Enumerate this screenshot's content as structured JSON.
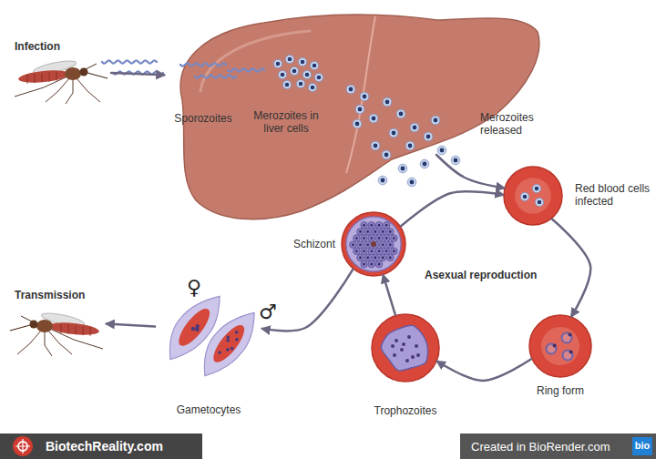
{
  "diagram": {
    "nodes": [
      {
        "text": [
          "Infection"
        ]
      },
      {
        "text": [
          "Sporozoites",
          "Merozoites in liver cells"
        ]
      },
      {
        "text": [
          "Red blood cells infected"
        ]
      },
      {
        "text": [
          "Schizont"
        ]
      },
      {
        "text": [
          "Transmission"
        ]
      },
      {
        "text": [
          "Gametocytes"
        ]
      },
      {
        "text": [
          "Ring form"
        ]
      },
      {
        "text": [
          "Trophozoites"
        ]
      },
      {
        "text": [
          "BiotechReality.com"
        ]
      },
      {
        "text": [
          "Created in BioRender.com"
        ]
      },
      {
        "text": [
          "bio"
        ],
        "in": 9
      }
    ],
    "edges": [
      {
        "from": 0,
        "to": 1,
        "arrow": "to"
      },
      {
        "from": 1,
        "to": 2,
        "label": "Merozoites released",
        "arrow": "to"
      },
      {
        "from": 2,
        "to": 6,
        "arrow": "to"
      },
      {
        "from": 6,
        "to": 7,
        "arrow": "to"
      },
      {
        "from": 7,
        "to": 3,
        "arrow": "to"
      },
      {
        "from": 3,
        "to": 2,
        "arrow": "to"
      },
      {
        "from": 3,
        "to": 5,
        "arrow": "to"
      },
      {
        "from": 5,
        "to": 4,
        "arrow": "to"
      }
    ],
    "labels": [
      "Asexual reproduction",
      "♀",
      "♂"
    ]
  }
}
